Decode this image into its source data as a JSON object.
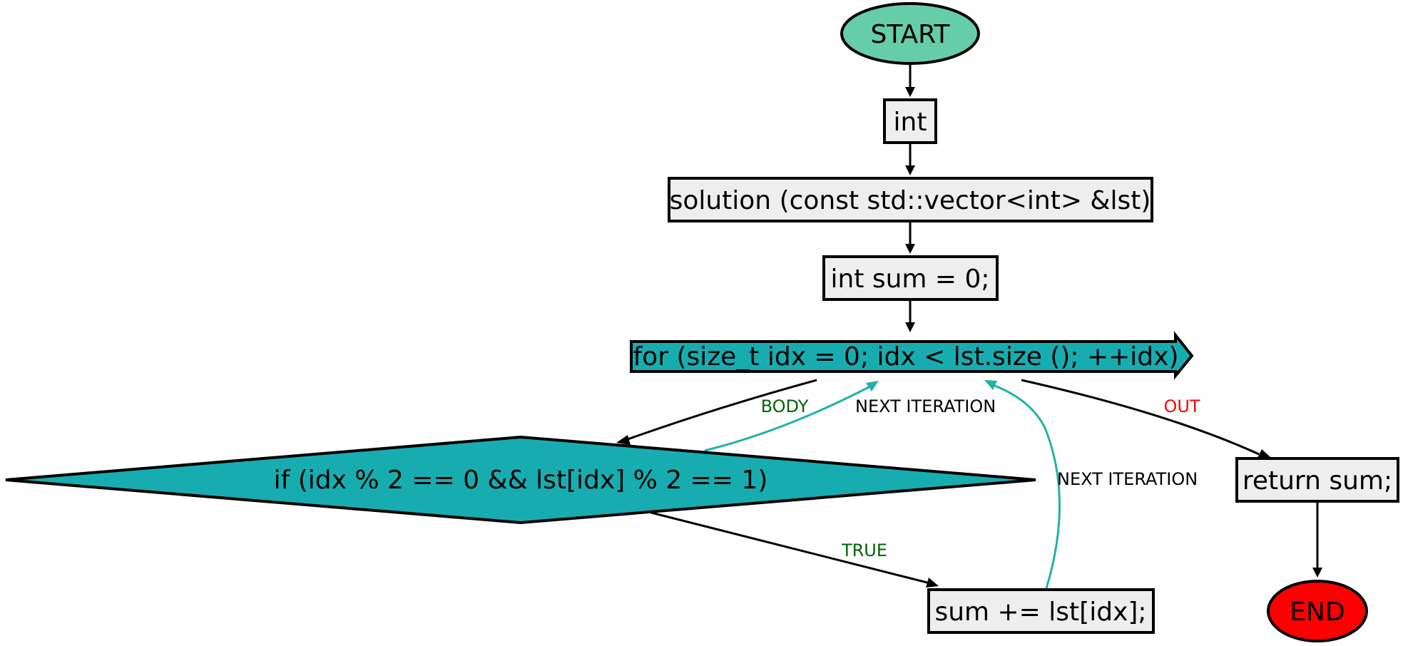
{
  "nodes": {
    "start": "START",
    "int": "int",
    "signature": "solution (const std::vector<int> &lst)",
    "init": "int sum = 0;",
    "loop": "for (size_t idx = 0; idx < lst.size (); ++idx)",
    "condition": "if (idx % 2 == 0 && lst[idx] % 2 == 1)",
    "accumulate": "sum += lst[idx];",
    "return": "return sum;",
    "end": "END"
  },
  "edges": {
    "body": "BODY",
    "next_iteration_1": "NEXT ITERATION",
    "next_iteration_2": "NEXT ITERATION",
    "out": "OUT",
    "true": "TRUE"
  },
  "colors": {
    "start": "#66cdaa",
    "end": "#ff0000",
    "loop_and_condition": "#17adb0",
    "box": "#eeeeee",
    "back_edge": "#20b2aa",
    "label_green": "#006400",
    "label_red": "#ff0000",
    "label_black": "#000000"
  }
}
